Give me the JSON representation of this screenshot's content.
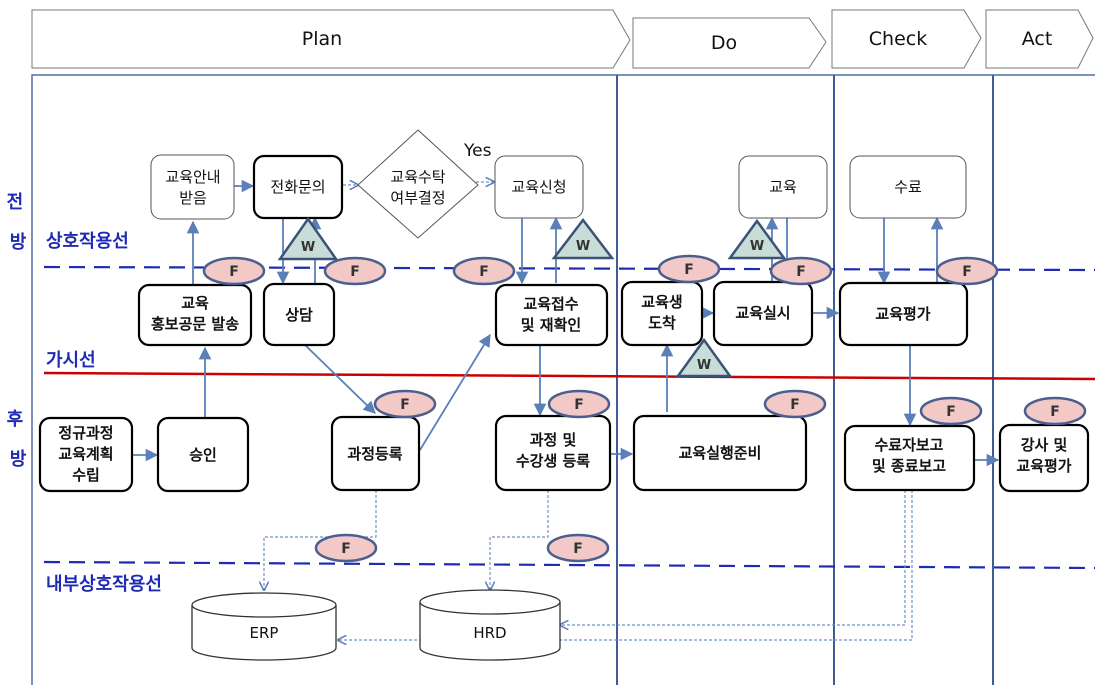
{
  "phases": [
    "Plan",
    "Do",
    "Check",
    "Act"
  ],
  "lanes": {
    "front": "전\n방",
    "back": "후\n방",
    "interaction_line": "상호작용선",
    "visibility_line": "가시선",
    "internal_line": "내부상호작용선"
  },
  "nodes": {
    "n_notice": "교육안내\n받음",
    "n_phone": "전화문의",
    "n_decide": "교육수탁\n여부결정",
    "n_apply": "교육신청",
    "n_edu": "교육",
    "n_complete": "수료",
    "n_promo": "교육\n홍보공문 발송",
    "n_consult": "상담",
    "n_receipt": "교육접수\n및 재확인",
    "n_arrive": "교육생\n도착",
    "n_exec": "교육실시",
    "n_eval": "교육평가",
    "n_plan": "정규과정\n교육계획\n수립",
    "n_approve": "승인",
    "n_register": "과정등록",
    "n_course_reg": "과정 및\n수강생 등록",
    "n_prep": "교육실행준비",
    "n_report": "수료자보고\n및 종료보고",
    "n_instr": "강사 및\n교육평가",
    "db_erp": "ERP",
    "db_hrd": "HRD"
  },
  "yes_label": "Yes",
  "f_label": "F",
  "w_label": "W",
  "colors": {
    "lane_line": "#1f2bb3",
    "visibility_line": "#cc0000",
    "arrow": "#5b7fb8",
    "f_fill": "#f2c9c6",
    "w_fill": "#c8dcd8"
  }
}
